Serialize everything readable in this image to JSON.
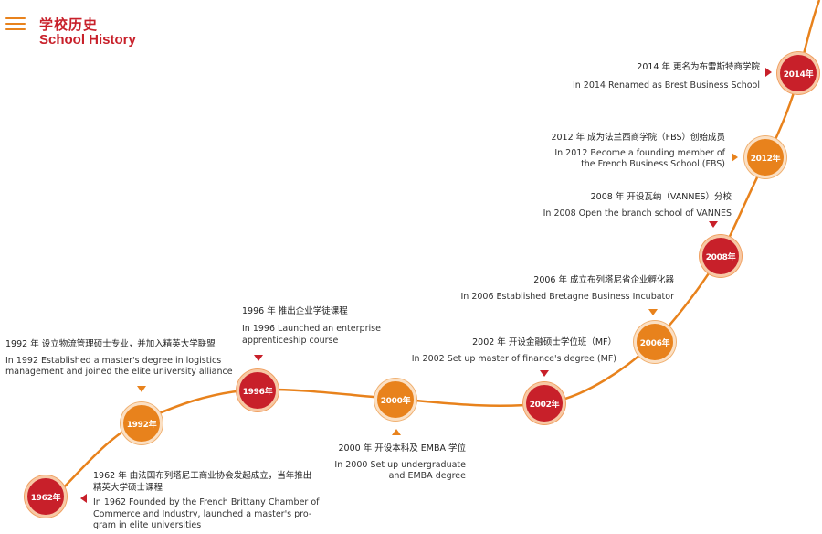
{
  "header": {
    "title_cn": "学校历史",
    "title_en": "School History"
  },
  "colors": {
    "red": "#c8202a",
    "orange": "#e8821c",
    "curve": "#e8821c"
  },
  "milestones": [
    {
      "id": "1962",
      "node_label": "1962年",
      "cn": "1962 年 由法国布列塔尼工商业协会发起成立，当年推出 精英大学硕士课程",
      "cn_lines": [
        "1962 年  由法国布列塔尼工商业协会发起成立，当年推出",
        "精英大学硕士课程"
      ],
      "en_lines": [
        "In 1962 Founded by the French Brittany Chamber of",
        "Commerce and Industry, launched a master's pro-",
        "gram in elite universities"
      ]
    },
    {
      "id": "1992",
      "node_label": "1992年",
      "cn_lines": [
        "1992 年  设立物流管理硕士专业，并加入精英大学联盟"
      ],
      "en_lines": [
        "In 1992 Established a master's degree in logistics",
        "management and joined the elite university alliance"
      ]
    },
    {
      "id": "1996",
      "node_label": "1996年",
      "cn_lines": [
        "1996 年  推出企业学徒课程"
      ],
      "en_lines": [
        "In 1996 Launched an enterprise",
        "apprenticeship course"
      ]
    },
    {
      "id": "2000",
      "node_label": "2000年",
      "cn_lines": [
        "2000 年  开设本科及 EMBA 学位"
      ],
      "en_lines": [
        "In 2000 Set up undergraduate",
        "and EMBA degree"
      ]
    },
    {
      "id": "2002",
      "node_label": "2002年",
      "cn_lines": [
        "2002 年  开设金融硕士学位班（MF）"
      ],
      "en_lines": [
        "In 2002 Set up master of finance's degree (MF)"
      ]
    },
    {
      "id": "2006",
      "node_label": "2006年",
      "cn_lines": [
        "2006 年  成立布列塔尼省企业孵化器"
      ],
      "en_lines": [
        "In 2006   Established Bretagne Business Incubator"
      ]
    },
    {
      "id": "2008",
      "node_label": "2008年",
      "cn_lines": [
        "2008 年  开设瓦纳（VANNES）分校"
      ],
      "en_lines": [
        "In 2008  Open the branch school of VANNES"
      ]
    },
    {
      "id": "2012",
      "node_label": "2012年",
      "cn_lines": [
        "2012 年  成为法兰西商学院（FBS）创始成员"
      ],
      "en_lines": [
        "In 2012 Become a founding member of",
        "the French Business School (FBS)"
      ]
    },
    {
      "id": "2014",
      "node_label": "2014年",
      "cn_lines": [
        "2014 年  更名为布雷斯特商学院"
      ],
      "en_lines": [
        "In 2014 Renamed as Brest Business School"
      ]
    }
  ]
}
